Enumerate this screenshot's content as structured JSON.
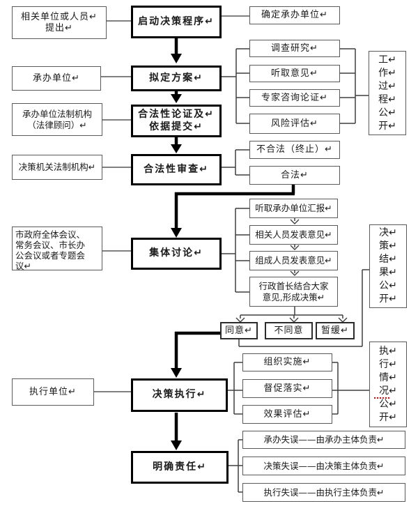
{
  "colors": {
    "background": "#ffffff",
    "box_border_thin": "#595959",
    "box_border_bold": "#000000",
    "flow_arrow": "#000000",
    "bracket_line": "#3f3f3f",
    "gray_connector": "#808080",
    "spellcheck_underline": "#e00000"
  },
  "nodes": {
    "proposer": "相关单位或人员↵\n提出↵",
    "start": "启动决策程序↵",
    "confirm_unit": "确定承办单位↵",
    "undertaker": "承办单位↵",
    "draft": "拟定方案↵",
    "research": "调查研究↵",
    "opinions": "听取意见↵",
    "expert": "专家咨询论证↵",
    "risk": "风险评估↵",
    "undertaker_legal": "承办单位法制机构\n（法律顾问）↵",
    "legal_submit": "合法性论证及↵\n依据提交↵",
    "decision_legal": "决策机关法制机构↵",
    "legality_review": "合法性审查↵",
    "illegal": "不合法（终止）↵",
    "legal_ok": "合法↵",
    "meetings": "市政府全体会议、\n常务会议、市长办\n公会议或者专题会\n议↵",
    "discussion": "集体讨论↵",
    "report": "听取承办单位汇报↵",
    "related_speak": "相关人员发表意见↵",
    "member_speak": "组成人员发表意见↵",
    "chief_decision": "行政首长结合大家\n意见,形成决策↵",
    "agree": "同意↵",
    "disagree": "不同意",
    "postpone": "暂缓↵",
    "organize": "组织实施↵",
    "supervise": "督促落实↵",
    "evaluate": "效果评估↵",
    "executor": "执行单位↵",
    "execution": "决策执行↵",
    "responsibility": "明确责任↵",
    "undertake_fault": "承办失误——由承办主体负责↵",
    "decision_fault": "决策失误——由决策主体负责↵",
    "execution_fault": "执行失误——由执行主体负责↵",
    "work_process_public": "工↵\n作↵\n过↵\n程↵\n公↵\n开↵",
    "decision_result_public": "决↵\n策↵\n结↵\n果↵\n公↵\n开↵",
    "execution_status_public": "执↵\n行↵\n情↵\n况↵\n公↵\n开↵"
  }
}
